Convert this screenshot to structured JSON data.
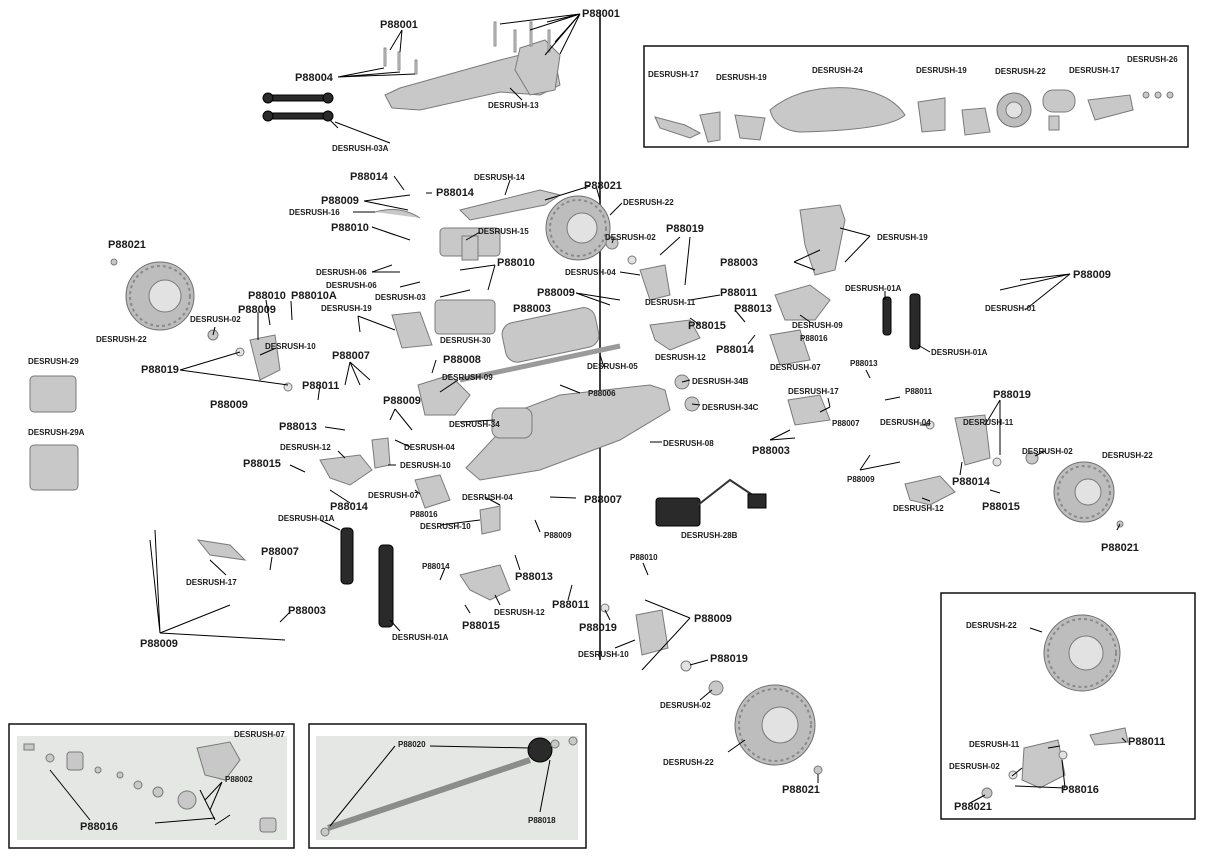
{
  "labels": {
    "P88001_a": "P88001",
    "P88001_b": "P88001",
    "P88004": "P88004",
    "DESRUSH_13": "DESRUSH-13",
    "DESRUSH_03A": "DESRUSH-03A",
    "P88014_a": "P88014",
    "P88014_b": "P88014",
    "P88009_a": "P88009",
    "DESRUSH_16": "DESRUSH-16",
    "DESRUSH_14": "DESRUSH-14",
    "P88021_a": "P88021",
    "DESRUSH_22_a": "DESRUSH-22",
    "P88010_a": "P88010",
    "DESRUSH_15": "DESRUSH-15",
    "DESRUSH_02_a": "DESRUSH-02",
    "P88019_a": "P88019",
    "DESRUSH_06_a": "DESRUSH-06",
    "DESRUSH_06_b": "DESRUSH-06",
    "DESRUSH_03": "DESRUSH-03",
    "P88010_b": "P88010",
    "DESRUSH_04_a": "DESRUSH-04",
    "P88003_a": "P88003",
    "DESRUSH_19_a": "DESRUSH-19",
    "P88009_b": "P88009",
    "DESRUSH_11_a": "DESRUSH-11",
    "P88021_b": "P88021",
    "DESRUSH_22_b": "DESRUSH-22",
    "P88010_c": "P88010",
    "P88010A": "P88010A",
    "P88009_c": "P88009",
    "DESRUSH_02_b": "DESRUSH-02",
    "DESRUSH_19_b": "DESRUSH-19",
    "DESRUSH_10_a": "DESRUSH-10",
    "DESRUSH_30": "DESRUSH-30",
    "P88003_b": "P88003",
    "P88011_a": "P88011",
    "P88013_a": "P88013",
    "P88015_a": "P88015",
    "DESRUSH_12_a": "DESRUSH-12",
    "P88014_c": "P88014",
    "DESRUSH_09_a": "DESRUSH-09",
    "P88016_a": "P88016",
    "DESRUSH_07_a": "DESRUSH-07",
    "DESRUSH_01A_a": "DESRUSH-01A",
    "DESRUSH_01A_b": "DESRUSH-01A",
    "P88009_d": "P88009",
    "DESRUSH_01": "DESRUSH-01",
    "DESRUSH_29": "DESRUSH-29",
    "DESRUSH_29A": "DESRUSH-29A",
    "P88019_b": "P88019",
    "P88009_e": "P88009",
    "P88007_a": "P88007",
    "P88008": "P88008",
    "DESRUSH_09_b": "DESRUSH-09",
    "DESRUSH_05": "DESRUSH-05",
    "DESRUSH_34B": "DESRUSH-34B",
    "DESRUSH_34C": "DESRUSH-34C",
    "P88006": "P88006",
    "P88011_b": "P88011",
    "P88009_f": "P88009",
    "DESRUSH_34": "DESRUSH-34",
    "DESRUSH_04_b": "DESRUSH-04",
    "P88013_b": "P88013",
    "DESRUSH_12_b": "DESRUSH-12",
    "DESRUSH_10_b": "DESRUSH-10",
    "P88015_b": "P88015",
    "DESRUSH_08": "DESRUSH-08",
    "P88013_c": "P88013",
    "P88011_c": "P88011",
    "DESRUSH_17_a": "DESRUSH-17",
    "P88007_b": "P88007",
    "P88003_c": "P88003",
    "DESRUSH_04_c": "DESRUSH-04",
    "DESRUSH_11_b": "DESRUSH-11",
    "P88019_c": "P88019",
    "DESRUSH_02_c": "DESRUSH-02",
    "DESRUSH_22_c": "DESRUSH-22",
    "P88009_g": "P88009",
    "P88014_d": "P88014",
    "DESRUSH_12_c": "DESRUSH-12",
    "P88015_c": "P88015",
    "P88021_c": "P88021",
    "DESRUSH_07_b": "DESRUSH-07",
    "P88016_b": "P88016",
    "DESRUSH_04_d": "DESRUSH-04",
    "P88007_c": "P88007",
    "P88009_h": "P88009",
    "DESRUSH_10_c": "DESRUSH-10",
    "DESRUSH_28B": "DESRUSH-28B",
    "DESRUSH_01A_c": "DESRUSH-01A",
    "P88007_d": "P88007",
    "DESRUSH_17_b": "DESRUSH-17",
    "P88009_i": "P88009",
    "P88003_d": "P88003",
    "DESRUSH_01A_d": "DESRUSH-01A",
    "P88014_e": "P88014",
    "P88013_d": "P88013",
    "P88015_d": "P88015",
    "DESRUSH_12_d": "DESRUSH-12",
    "P88011_d": "P88011",
    "P88010_d": "P88010",
    "P88019_d": "P88019",
    "P88009_j": "P88009",
    "DESRUSH_10_d": "DESRUSH-10",
    "P88019_e": "P88019",
    "DESRUSH_02_d": "DESRUSH-02",
    "DESRUSH_22_d": "DESRUSH-22",
    "P88021_d": "P88021"
  },
  "insets": {
    "top_right": {
      "DESRUSH_17_a": "DESRUSH-17",
      "DESRUSH_19_a": "DESRUSH-19",
      "DESRUSH_24": "DESRUSH-24",
      "DESRUSH_19_b": "DESRUSH-19",
      "DESRUSH_22": "DESRUSH-22",
      "DESRUSH_17_b": "DESRUSH-17",
      "DESRUSH_26": "DESRUSH-26"
    },
    "bottom_left": {
      "DESRUSH_07": "DESRUSH-07",
      "P88002": "P88002",
      "P88016": "P88016"
    },
    "bottom_mid": {
      "P88020": "P88020",
      "P88018": "P88018"
    },
    "bottom_right": {
      "DESRUSH_22": "DESRUSH-22",
      "DESRUSH_11": "DESRUSH-11",
      "P88011": "P88011",
      "DESRUSH_02": "DESRUSH-02",
      "P88016": "P88016",
      "P88021": "P88021"
    }
  }
}
